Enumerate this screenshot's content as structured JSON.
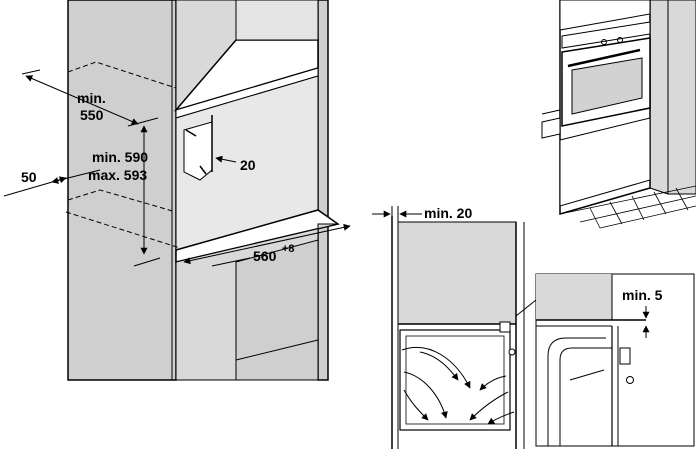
{
  "dimensions": {
    "depth_min_label": "min.",
    "depth_min_value": "550",
    "height_min": "min. 590",
    "height_max": "max. 593",
    "side_gap": "50",
    "vent_opening": "20",
    "width_value": "560",
    "width_tolerance": "+8",
    "rear_gap": "min. 20",
    "top_gap": "min. 5"
  },
  "colors": {
    "cabinet_gray": "#cfcfcf",
    "panel_gray": "#d9d9d9",
    "line": "#000000"
  }
}
